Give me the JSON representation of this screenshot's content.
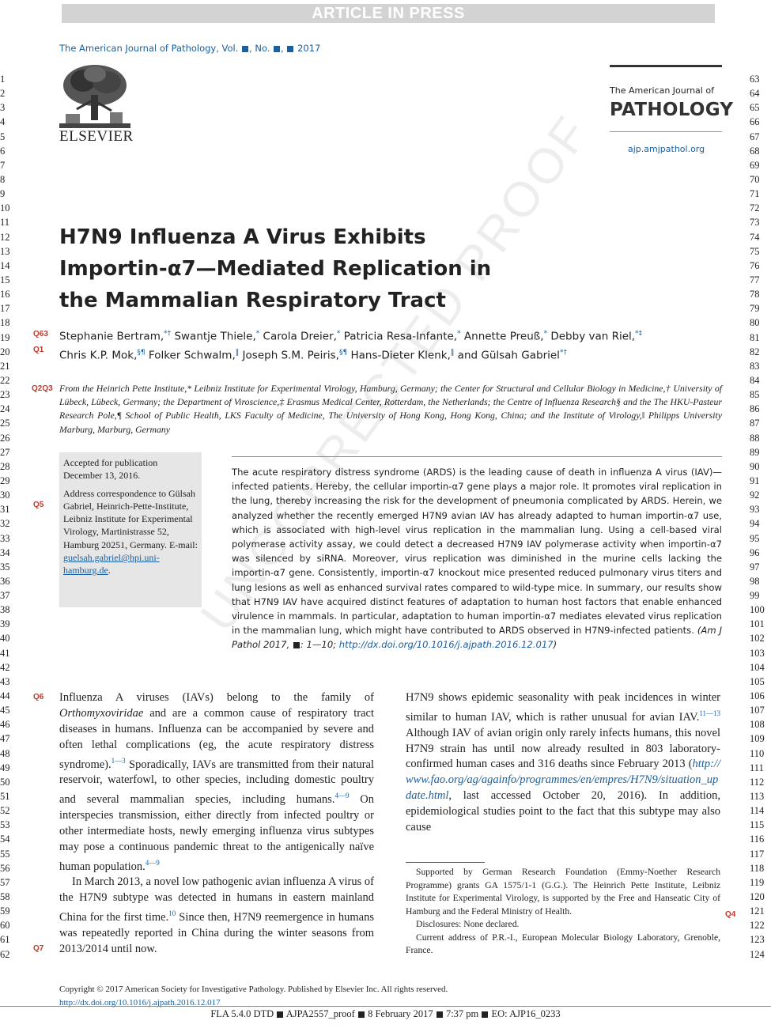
{
  "banner": "ARTICLE IN PRESS",
  "journal_line": {
    "prefix": "The American Journal of Pathology, Vol.",
    "mid1": ", No.",
    "mid2": ",",
    "year": "2017"
  },
  "publisher": "ELSEVIER",
  "journal_brand": {
    "small": "The American Journal of",
    "big": "PATHOLOGY",
    "url": "ajp.amjpathol.org"
  },
  "watermark": "UNCORRECTED PROOF",
  "line_numbers_left": [
    "1",
    "2",
    "3",
    "4",
    "5",
    "6",
    "7",
    "8",
    "9",
    "10",
    "11",
    "12",
    "13",
    "14",
    "15",
    "16",
    "17",
    "18",
    "19",
    "20",
    "21",
    "22",
    "23",
    "24",
    "25",
    "26",
    "27",
    "28",
    "29",
    "30",
    "31",
    "32",
    "33",
    "34",
    "35",
    "36",
    "37",
    "38",
    "39",
    "40",
    "41",
    "42",
    "43",
    "44",
    "45",
    "46",
    "47",
    "48",
    "49",
    "50",
    "51",
    "52",
    "53",
    "54",
    "55",
    "56",
    "57",
    "58",
    "59",
    "60",
    "61",
    "62"
  ],
  "line_numbers_right": [
    "63",
    "64",
    "65",
    "66",
    "67",
    "68",
    "69",
    "70",
    "71",
    "72",
    "73",
    "74",
    "75",
    "76",
    "77",
    "78",
    "79",
    "80",
    "81",
    "82",
    "83",
    "84",
    "85",
    "86",
    "87",
    "88",
    "89",
    "90",
    "91",
    "92",
    "93",
    "94",
    "95",
    "96",
    "97",
    "98",
    "99",
    "100",
    "101",
    "102",
    "103",
    "104",
    "105",
    "106",
    "107",
    "108",
    "109",
    "110",
    "111",
    "112",
    "113",
    "114",
    "115",
    "116",
    "117",
    "118",
    "119",
    "120",
    "121",
    "122",
    "123",
    "124"
  ],
  "title": {
    "line1": "H7N9 Influenza A Virus Exhibits",
    "line2": "Importin-α7—Mediated Replication in",
    "line3": "the Mammalian Respiratory Tract"
  },
  "queries": {
    "q63": "Q63",
    "q1": "Q1",
    "q2q3": "Q2Q3",
    "q5": "Q5",
    "q6": "Q6",
    "q7": "Q7",
    "q4": "Q4"
  },
  "authors": {
    "a1": "Stephanie Bertram,",
    "s1": "*†",
    "a2": " Swantje Thiele,",
    "s2": "*",
    "a3": " Carola Dreier,",
    "s3": "*",
    "a4": " Patricia Resa-Infante,",
    "s4": "*",
    "a5": " Annette Preuß,",
    "s5": "*",
    "a6": " Debby van Riel,",
    "s6": "*‡",
    "a7": "Chris K.P. Mok,",
    "s7": "§¶",
    "a8": " Folker Schwalm,",
    "s8": "‖",
    "a9": " Joseph S.M. Peiris,",
    "s9": "§¶",
    "a10": " Hans-Dieter Klenk,",
    "s10": "‖",
    "a11": " and Gülsah Gabriel",
    "s11": "*†"
  },
  "affiliations": "From the Heinrich Pette Institute,* Leibniz Institute for Experimental Virology, Hamburg, Germany; the Center for Structural and Cellular Biology in Medicine,† University of Lübeck, Lübeck, Germany; the Department of Viroscience,‡ Erasmus Medical Center, Rotterdam, the Netherlands; the Centre of Influenza Research§ and the The HKU-Pasteur Research Pole,¶ School of Public Health, LKS Faculty of Medicine, The University of Hong Kong, Hong Kong, China; and the Institute of Virology,‖ Philipps University Marburg, Marburg, Germany",
  "sidebar": {
    "accepted_label": "Accepted for publication",
    "accepted_date": "December 13, 2016.",
    "address": "Address correspondence to Gülsah Gabriel, Heinrich-Pette-Institute, Leibniz Institute for Experimental Virology, Martinistrasse 52, Hamburg 20251, Germany. E-mail:",
    "email": "guelsah.gabriel@hpi.uni-hamburg.de",
    "email_end": "."
  },
  "abstract": {
    "text": "The acute respiratory distress syndrome (ARDS) is the leading cause of death in influenza A virus (IAV)—infected patients. Hereby, the cellular importin-α7 gene plays a major role. It promotes viral replication in the lung, thereby increasing the risk for the development of pneumonia complicated by ARDS. Herein, we analyzed whether the recently emerged H7N9 avian IAV has already adapted to human importin-α7 use, which is associated with high-level virus replication in the mammalian lung. Using a cell-based viral polymerase activity assay, we could detect a decreased H7N9 IAV polymerase activity when importin-α7 was silenced by siRNA. Moreover, virus replication was diminished in the murine cells lacking the importin-α7 gene. Consistently, importin-α7 knockout mice presented reduced pulmonary virus titers and lung lesions as well as enhanced survival rates compared to wild-type mice. In summary, our results show that H7N9 IAV have acquired distinct features of adaptation to human host factors that enable enhanced virulence in mammals. In particular, adaptation to human importin-α7 mediates elevated virus replication in the mammalian lung, which might have contributed to ARDS observed in H7N9-infected patients.",
    "citation_open": "(Am J Pathol 2017,",
    "citation_pages": ": 1—10;",
    "citation_doi": "http://dx.doi.org/10.1016/j.ajpath.2016.12.017",
    "citation_close": ")"
  },
  "body": {
    "p1_a": "Influenza A viruses (IAVs) belong to the family of ",
    "p1_italic": "Orthomyxoviridae",
    "p1_b": " and are a common cause of respiratory tract diseases in humans. Influenza can be accompanied by severe and often lethal complications (eg, the acute respiratory distress syndrome).",
    "ref1": "1—3",
    "p1_c": " Sporadically, IAVs are transmitted from their natural reservoir, waterfowl, to other species, including domestic poultry and several mammalian species, including humans.",
    "ref2": "4—9",
    "p1_d": " On interspecies transmission, either directly from infected poultry or other intermediate hosts, newly emerging influenza virus subtypes may pose a continuous pandemic threat to the antigenically naïve human population.",
    "ref3": "4—9",
    "p2_a": "In March 2013, a novel low pathogenic avian influenza A virus of the H7N9 subtype was detected in humans in eastern mainland China for the first time.",
    "ref4": "10",
    "p2_b": " Since then, H7N9 reemergence in humans was repeatedly reported in China during the winter seasons from 2013/2014 until now.",
    "c2_a": "H7N9 shows epidemic seasonality with peak incidences in winter similar to human IAV, which is rather unusual for avian IAV.",
    "ref5": "11—13",
    "c2_b": " Although IAV of avian origin only rarely infects humans, this novel H7N9 strain has until now already resulted in 803 laboratory-confirmed human cases and 316 deaths since February 2013 (",
    "c2_url": "http://www.fao.org/ag/againfo/programmes/en/empres/H7N9/situation_update.html",
    "c2_c": ", last accessed October 20, 2016). In addition, epidemiological studies point to the fact that this subtype may also cause"
  },
  "footnotes": {
    "f1": "Supported by German Research Foundation (Emmy-Noether Research Programme) grants GA 1575/1-1 (G.G.). The Heinrich Pette Institute, Leibniz Institute for Experimental Virology, is supported by the Free and Hanseatic City of Hamburg and the Federal Ministry of Health.",
    "f2": "Disclosures: None declared.",
    "f3": "Current address of P.R.-I., European Molecular Biology Laboratory, Grenoble, France."
  },
  "copyright": {
    "line1": "Copyright © 2017 American Society for Investigative Pathology. Published by Elsevier Inc. All rights reserved.",
    "doi": "http://dx.doi.org/10.1016/j.ajpath.2016.12.017"
  },
  "production": {
    "a": "FLA 5.4.0 DTD",
    "b": "AJPA2557_proof",
    "c": "8 February 2017",
    "d": "7:37 pm",
    "e": "EO: AJP16_0233"
  }
}
